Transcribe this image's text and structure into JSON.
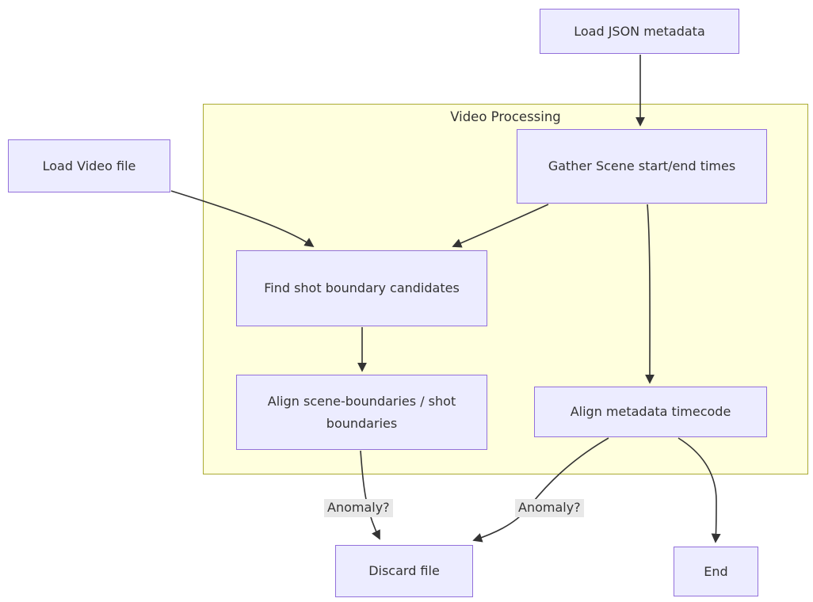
{
  "diagram": {
    "type": "flowchart",
    "subgraph": {
      "title": "Video Processing"
    },
    "nodes": {
      "load_json": {
        "label": "Load JSON metadata"
      },
      "load_video": {
        "label": "Load Video file"
      },
      "gather_scene": {
        "label": "Gather Scene start/end times"
      },
      "find_shot": {
        "label": "Find shot boundary candidates"
      },
      "align_scene": {
        "label": "Align scene-boundaries / shot boundaries"
      },
      "align_meta": {
        "label": "Align metadata timecode"
      },
      "discard": {
        "label": "Discard file"
      },
      "end": {
        "label": "End"
      }
    },
    "edges": [
      {
        "from": "load_json",
        "to": "gather_scene",
        "label": ""
      },
      {
        "from": "load_video",
        "to": "find_shot",
        "label": ""
      },
      {
        "from": "gather_scene",
        "to": "find_shot",
        "label": ""
      },
      {
        "from": "gather_scene",
        "to": "align_meta",
        "label": ""
      },
      {
        "from": "find_shot",
        "to": "align_scene",
        "label": ""
      },
      {
        "from": "align_scene",
        "to": "discard",
        "label": "Anomaly?"
      },
      {
        "from": "align_meta",
        "to": "discard",
        "label": "Anomaly?"
      },
      {
        "from": "align_meta",
        "to": "end",
        "label": ""
      }
    ],
    "colors": {
      "node_fill": "#ECECFF",
      "node_border": "#9370DB",
      "subgraph_fill": "#FFFFDE",
      "subgraph_border": "#AAAA33",
      "edge": "#333333",
      "text": "#333333",
      "edge_label_bg": "#E8E8E8",
      "background": "#FFFFFF"
    }
  }
}
